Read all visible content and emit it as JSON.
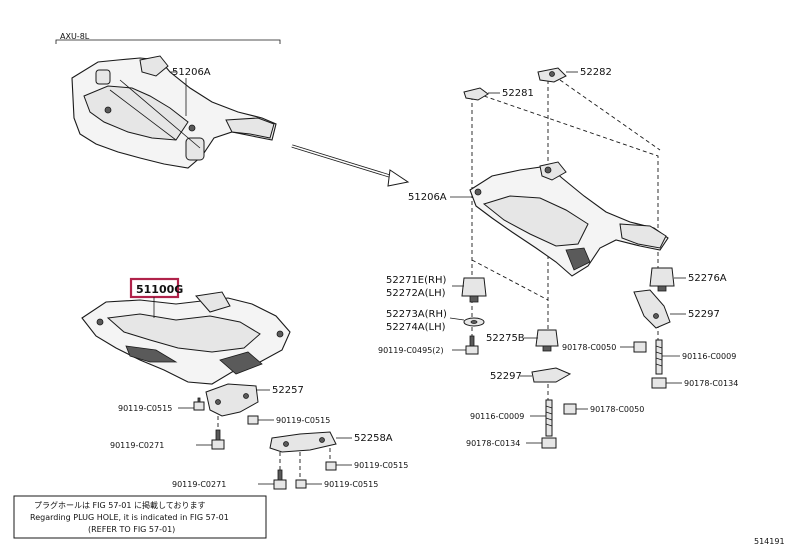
{
  "header": {
    "model_code": "AXU-8L"
  },
  "highlighted_part": "51100G",
  "labels": {
    "p51206A_top": "51206A",
    "p52282": "52282",
    "p52281": "52281",
    "p51206A_right": "51206A",
    "p52271E_RH": "52271E(RH)",
    "p52272A_LH": "52272A(LH)",
    "p52276A": "52276A",
    "p52273A_RH": "52273A(RH)",
    "p52274A_LH": "52274A(LH)",
    "p52297_right": "52297",
    "p52275B": "52275B",
    "p90119_C0495": "90119-C0495(2)",
    "p90178_C0050_a": "90178-C0050",
    "p90116_C0009_right": "90116-C0009",
    "p52297_mid": "52297",
    "p90178_C0134_right": "90178-C0134",
    "p90116_C0009_mid": "90116-C0009",
    "p90178_C0050_b": "90178-C0050",
    "p90178_C0134_mid": "90178-C0134",
    "p52257": "52257",
    "p90119_C0515_left": "90119-C0515",
    "p90119_C0515_mid": "90119-C0515",
    "p90119_C0271_a": "90119-C0271",
    "p52258A": "52258A",
    "p90119_C0515_b": "90119-C0515",
    "p90119_C0271_b": "90119-C0271",
    "p90119_C0515_c": "90119-C0515"
  },
  "note": {
    "line1": "プラグホールは FIG 57-01 に掲載しております",
    "line2": "Regarding PLUG HOLE, it is indicated in FIG 57-01",
    "line3": "(REFER TO FIG 57-01)"
  },
  "figure_code": "514191"
}
